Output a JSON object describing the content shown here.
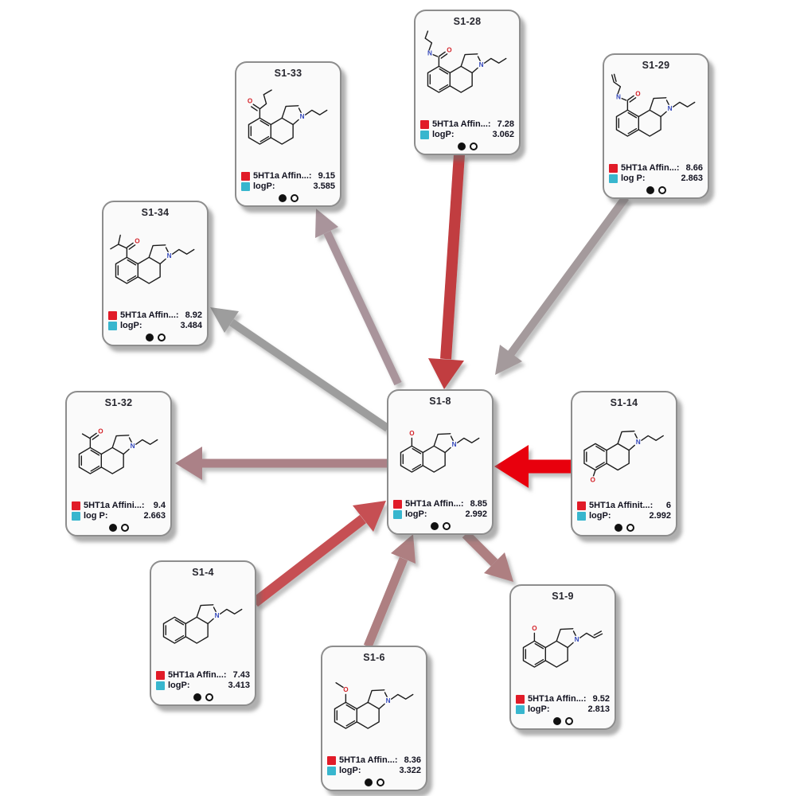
{
  "view": {
    "background": "#ffffff",
    "kind": "molecule-network"
  },
  "colors": {
    "affinity_chip": "#e11b28",
    "logp_chip": "#38b6ce",
    "strong_red_edge": "#e8000b",
    "gray_edge": "#9d9d9d"
  },
  "nodes": [
    {
      "id": "S1-28",
      "affinity_label": "5HT1a Affin...:",
      "affinity_value": "7.28",
      "logp_label": "logP:",
      "logp_value": "3.062"
    },
    {
      "id": "S1-33",
      "affinity_label": "5HT1a Affin...:",
      "affinity_value": "9.15",
      "logp_label": "logP:",
      "logp_value": "3.585"
    },
    {
      "id": "S1-29",
      "affinity_label": "5HT1a Affin...:",
      "affinity_value": "8.66",
      "logp_label": "log P:",
      "logp_value": "2.863"
    },
    {
      "id": "S1-34",
      "affinity_label": "5HT1a Affin...:",
      "affinity_value": "8.92",
      "logp_label": "logP:",
      "logp_value": "3.484"
    },
    {
      "id": "S1-32",
      "affinity_label": "5HT1a Affini...:",
      "affinity_value": "9.4",
      "logp_label": "log P:",
      "logp_value": "2.663"
    },
    {
      "id": "S1-8",
      "affinity_label": "5HT1a Affin...:",
      "affinity_value": "8.85",
      "logp_label": "logP:",
      "logp_value": "2.992"
    },
    {
      "id": "S1-14",
      "affinity_label": "5HT1a Affinit...:",
      "affinity_value": "6",
      "logp_label": "logP:",
      "logp_value": "2.992"
    },
    {
      "id": "S1-4",
      "affinity_label": "5HT1a Affin...:",
      "affinity_value": "7.43",
      "logp_label": "logP:",
      "logp_value": "3.413"
    },
    {
      "id": "S1-6",
      "affinity_label": "5HT1a Affin...:",
      "affinity_value": "8.36",
      "logp_label": "logP:",
      "logp_value": "3.322"
    },
    {
      "id": "S1-9",
      "affinity_label": "5HT1a Affin...:",
      "affinity_value": "9.52",
      "logp_label": "logP:",
      "logp_value": "2.813"
    }
  ],
  "edges": [
    {
      "from": "S1-28",
      "to": "S1-8",
      "color": "#c13d41"
    },
    {
      "from": "S1-29",
      "to": "S1-8",
      "color": "#a49a9c"
    },
    {
      "from": "S1-8",
      "to": "S1-33",
      "color": "#a9949b"
    },
    {
      "from": "S1-8",
      "to": "S1-34",
      "color": "#9d9d9d"
    },
    {
      "from": "S1-8",
      "to": "S1-32",
      "color": "#ab8187"
    },
    {
      "from": "S1-14",
      "to": "S1-8",
      "color": "#e8000b"
    },
    {
      "from": "S1-4",
      "to": "S1-8",
      "color": "#c65052"
    },
    {
      "from": "S1-6",
      "to": "S1-8",
      "color": "#ae7f81"
    },
    {
      "from": "S1-8",
      "to": "S1-9",
      "color": "#ae7f81"
    }
  ]
}
